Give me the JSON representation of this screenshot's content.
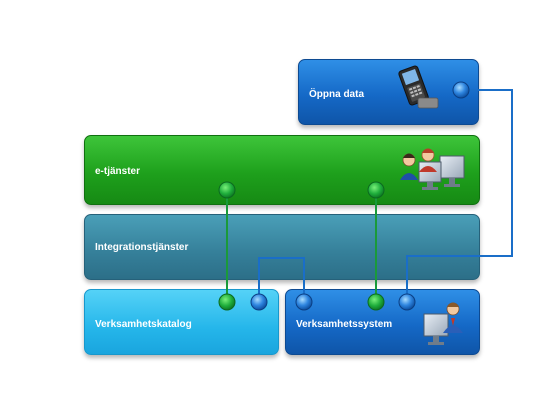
{
  "diagram": {
    "boxes": {
      "open_data": "Öppna data",
      "e_services": "e-tjänster",
      "integration": "Integrationstjänster",
      "catalog": "Verksamhetskatalog",
      "systems": "Verksamhetssystem"
    },
    "icons": {
      "open_data": "mobile-phone-icon",
      "e_services": "users-at-computer-icon",
      "systems": "user-at-computer-icon"
    },
    "colors": {
      "blue_box": "#1569c7",
      "green_box": "#1ea01c",
      "teal_box": "#357f99",
      "cyan_box": "#25b6ea",
      "green_connector": "#1a9a3a",
      "blue_connector": "#1a6ec8"
    }
  }
}
